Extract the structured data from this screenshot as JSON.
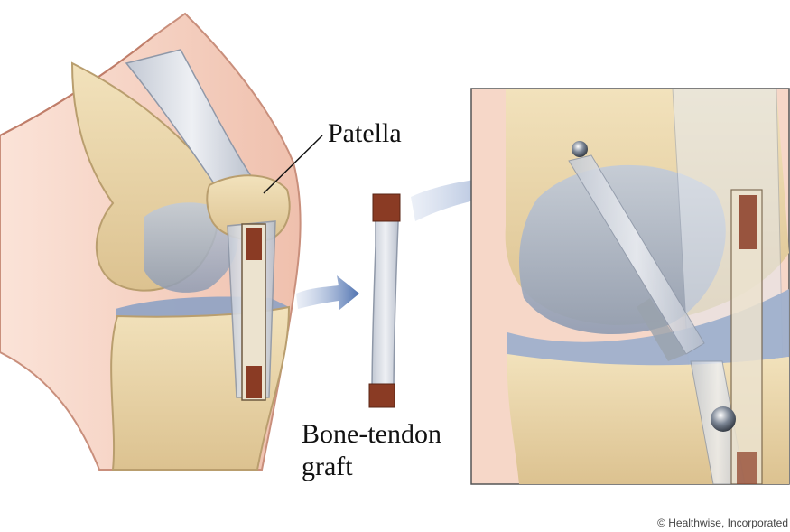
{
  "labels": {
    "patella": "Patella",
    "graft_line1": "Bone-tendon",
    "graft_line2": "graft"
  },
  "credit": "© Healthwise, Incorporated",
  "colors": {
    "skin": "#f3c7b5",
    "bone": "#e9d6a8",
    "cartilage": "#aab6c8",
    "tendon": "#d6dbe3",
    "bone_plug": "#8a3b24",
    "arrow": "#5d7fb8"
  }
}
